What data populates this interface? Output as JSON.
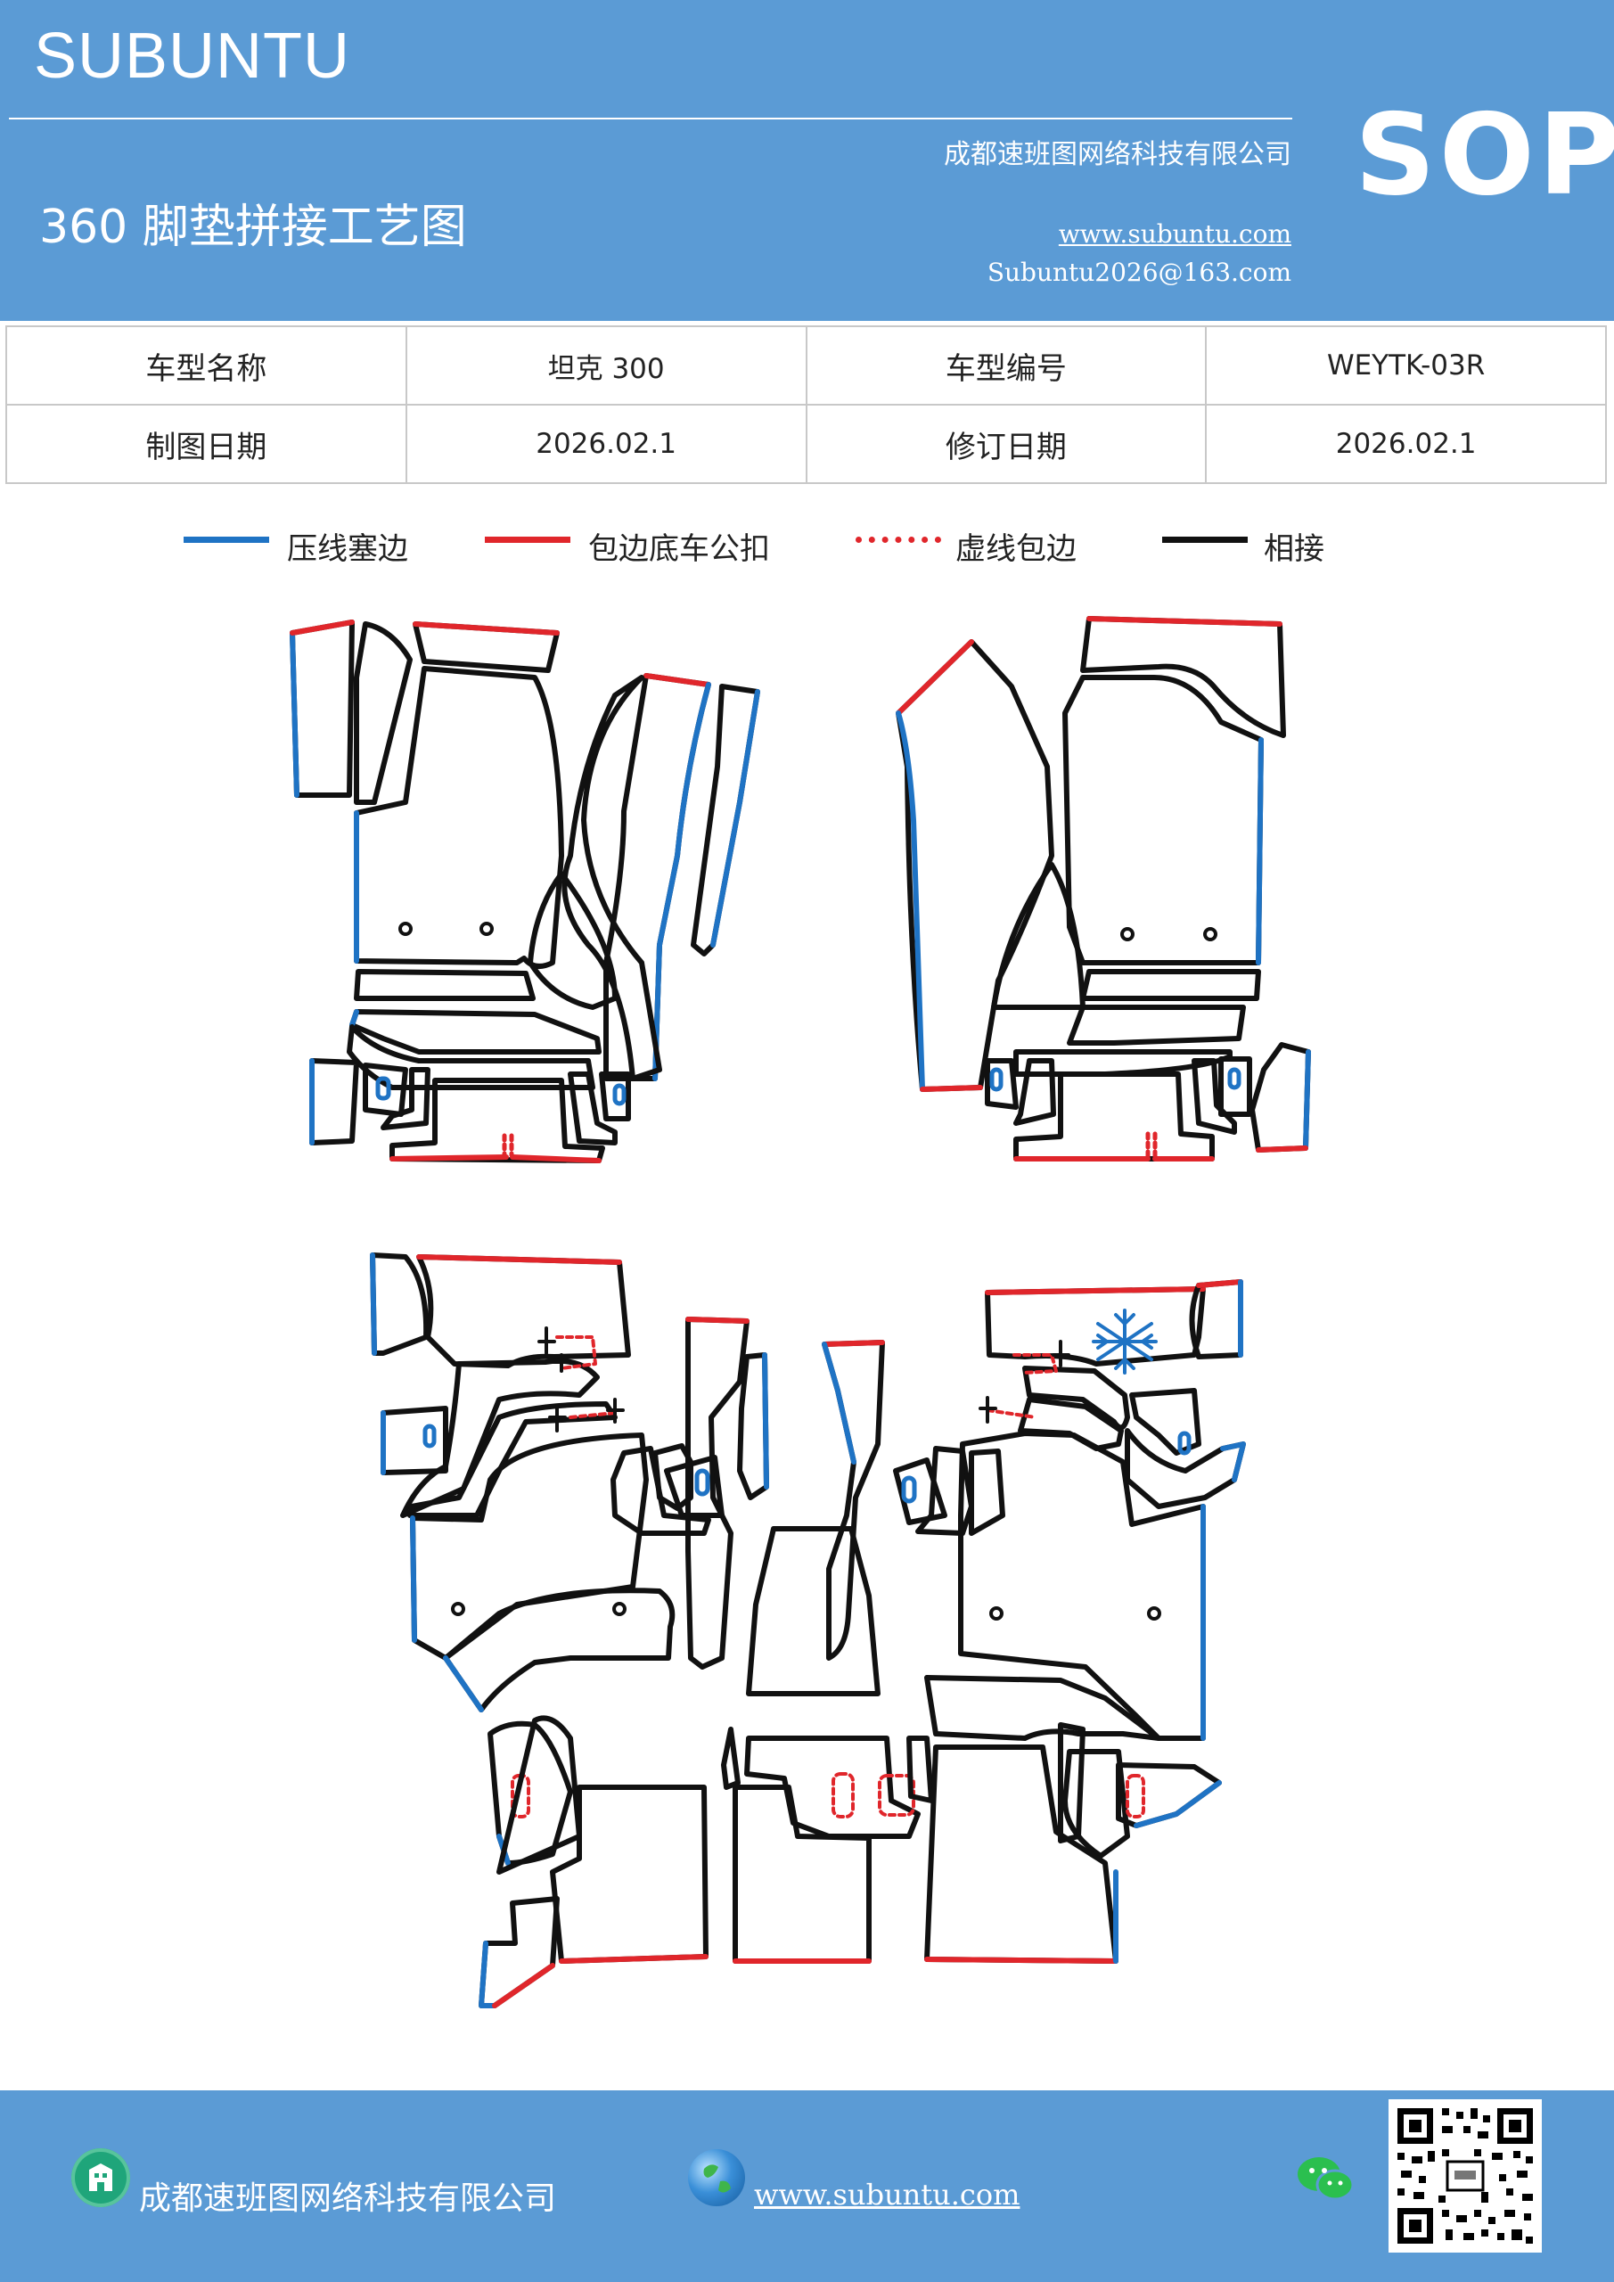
{
  "header": {
    "brand": "SUBUNTU",
    "company": "成都速班图网络科技有限公司",
    "title": "360 脚垫拼接工艺图",
    "website": "www.subuntu.com",
    "email": "Subuntu2026@163.com",
    "badge": "SOP"
  },
  "info": {
    "row1": {
      "label1": "车型名称",
      "value1": "坦克 300",
      "label2": "车型编号",
      "value2": "WEYTK-03R"
    },
    "row2": {
      "label1": "制图日期",
      "value1": "2026.02.1",
      "label2": "修订日期",
      "value2": "2026.02.1"
    }
  },
  "legend": [
    {
      "label": "压线塞边",
      "color": "#1f73c4",
      "style": "solid"
    },
    {
      "label": "包边底车公扣",
      "color": "#e0262b",
      "style": "solid"
    },
    {
      "label": "虚线包边",
      "color": "#e0262b",
      "style": "dotted"
    },
    {
      "label": "相接",
      "color": "#111111",
      "style": "solid"
    }
  ],
  "footer": {
    "company": "成都速班图网络科技有限公司",
    "website": "www.subuntu.com",
    "company_icon": "building-icon",
    "website_icon": "globe-icon",
    "social_icon": "wechat-icon",
    "qr_icon": "qr-code-icon"
  }
}
